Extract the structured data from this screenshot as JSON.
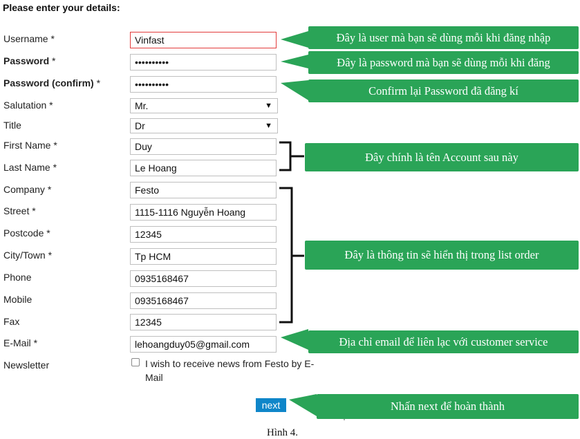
{
  "form": {
    "heading": "Please enter your details:",
    "fields": {
      "username": {
        "label": "Username",
        "required": "*",
        "value": "Vinfast"
      },
      "password": {
        "label": "Password",
        "required": "*",
        "value": "••••••••••"
      },
      "password_confirm": {
        "label": "Password (confirm)",
        "required": "*",
        "value": "••••••••••"
      },
      "salutation": {
        "label": "Salutation",
        "required": "*",
        "value": "Mr."
      },
      "title": {
        "label": "Title",
        "value": "Dr"
      },
      "first_name": {
        "label": "First Name",
        "required": "*",
        "value": "Duy"
      },
      "last_name": {
        "label": "Last Name",
        "required": "*",
        "value": "Le Hoang"
      },
      "company": {
        "label": "Company",
        "required": "*",
        "value": "Festo"
      },
      "street": {
        "label": "Street",
        "required": "*",
        "value": "1115-1116 Nguyễn Hoang"
      },
      "postcode": {
        "label": "Postcode",
        "required": "*",
        "value": "12345"
      },
      "city": {
        "label": "City/Town",
        "required": "*",
        "value": "Tp HCM"
      },
      "phone": {
        "label": "Phone",
        "value": "0935168467"
      },
      "mobile": {
        "label": "Mobile",
        "value": "0935168467"
      },
      "fax": {
        "label": "Fax",
        "value": "12345"
      },
      "email": {
        "label": "E-Mail",
        "required": "*",
        "value": "lehoangduy05@gmail.com"
      },
      "newsletter": {
        "label": "Newsletter",
        "checkbox_text": "I wish to receive news from Festo by E-Mail",
        "checked": false
      }
    },
    "next_label": "next"
  },
  "callouts": {
    "username": "Đây là user mà bạn sẽ dùng mỗi khi đăng nhập",
    "password": "Đây là password mà bạn sẽ dùng mỗi khi đăng",
    "confirm": "Confirm lại Password đã đăng kí",
    "name": "Đây chính là tên Account sau này",
    "order": "Đây là thông tin sẽ hiển thị trong list order",
    "email": "Địa chỉ email để liên lạc với customer service",
    "next": "Nhấn next để hoàn thành"
  },
  "caption": "Hình 4.",
  "colors": {
    "callout_bg": "#2aa457",
    "button_bg": "#0f86c9",
    "error_border": "#e23b3b"
  }
}
